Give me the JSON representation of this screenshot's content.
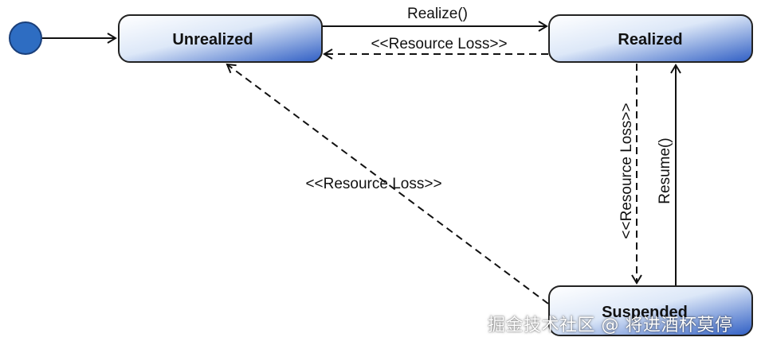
{
  "diagram": {
    "states": {
      "unrealized": "Unrealized",
      "realized": "Realized",
      "suspended": "Suspended"
    },
    "transitions": {
      "realize": "Realize()",
      "resource_loss_top": "<<Resource Loss>>",
      "resource_loss_vertical": "<<Resource Loss>>",
      "resume": "Resume()",
      "resource_loss_diagonal": "<<Resource Loss>>"
    }
  },
  "colors": {
    "state_gradient_start": "#ffffff",
    "state_gradient_end": "#2f5ec4",
    "initial_node": "#2e6dc2"
  },
  "watermark": "掘金技术社区 @ 将进酒杯莫停"
}
